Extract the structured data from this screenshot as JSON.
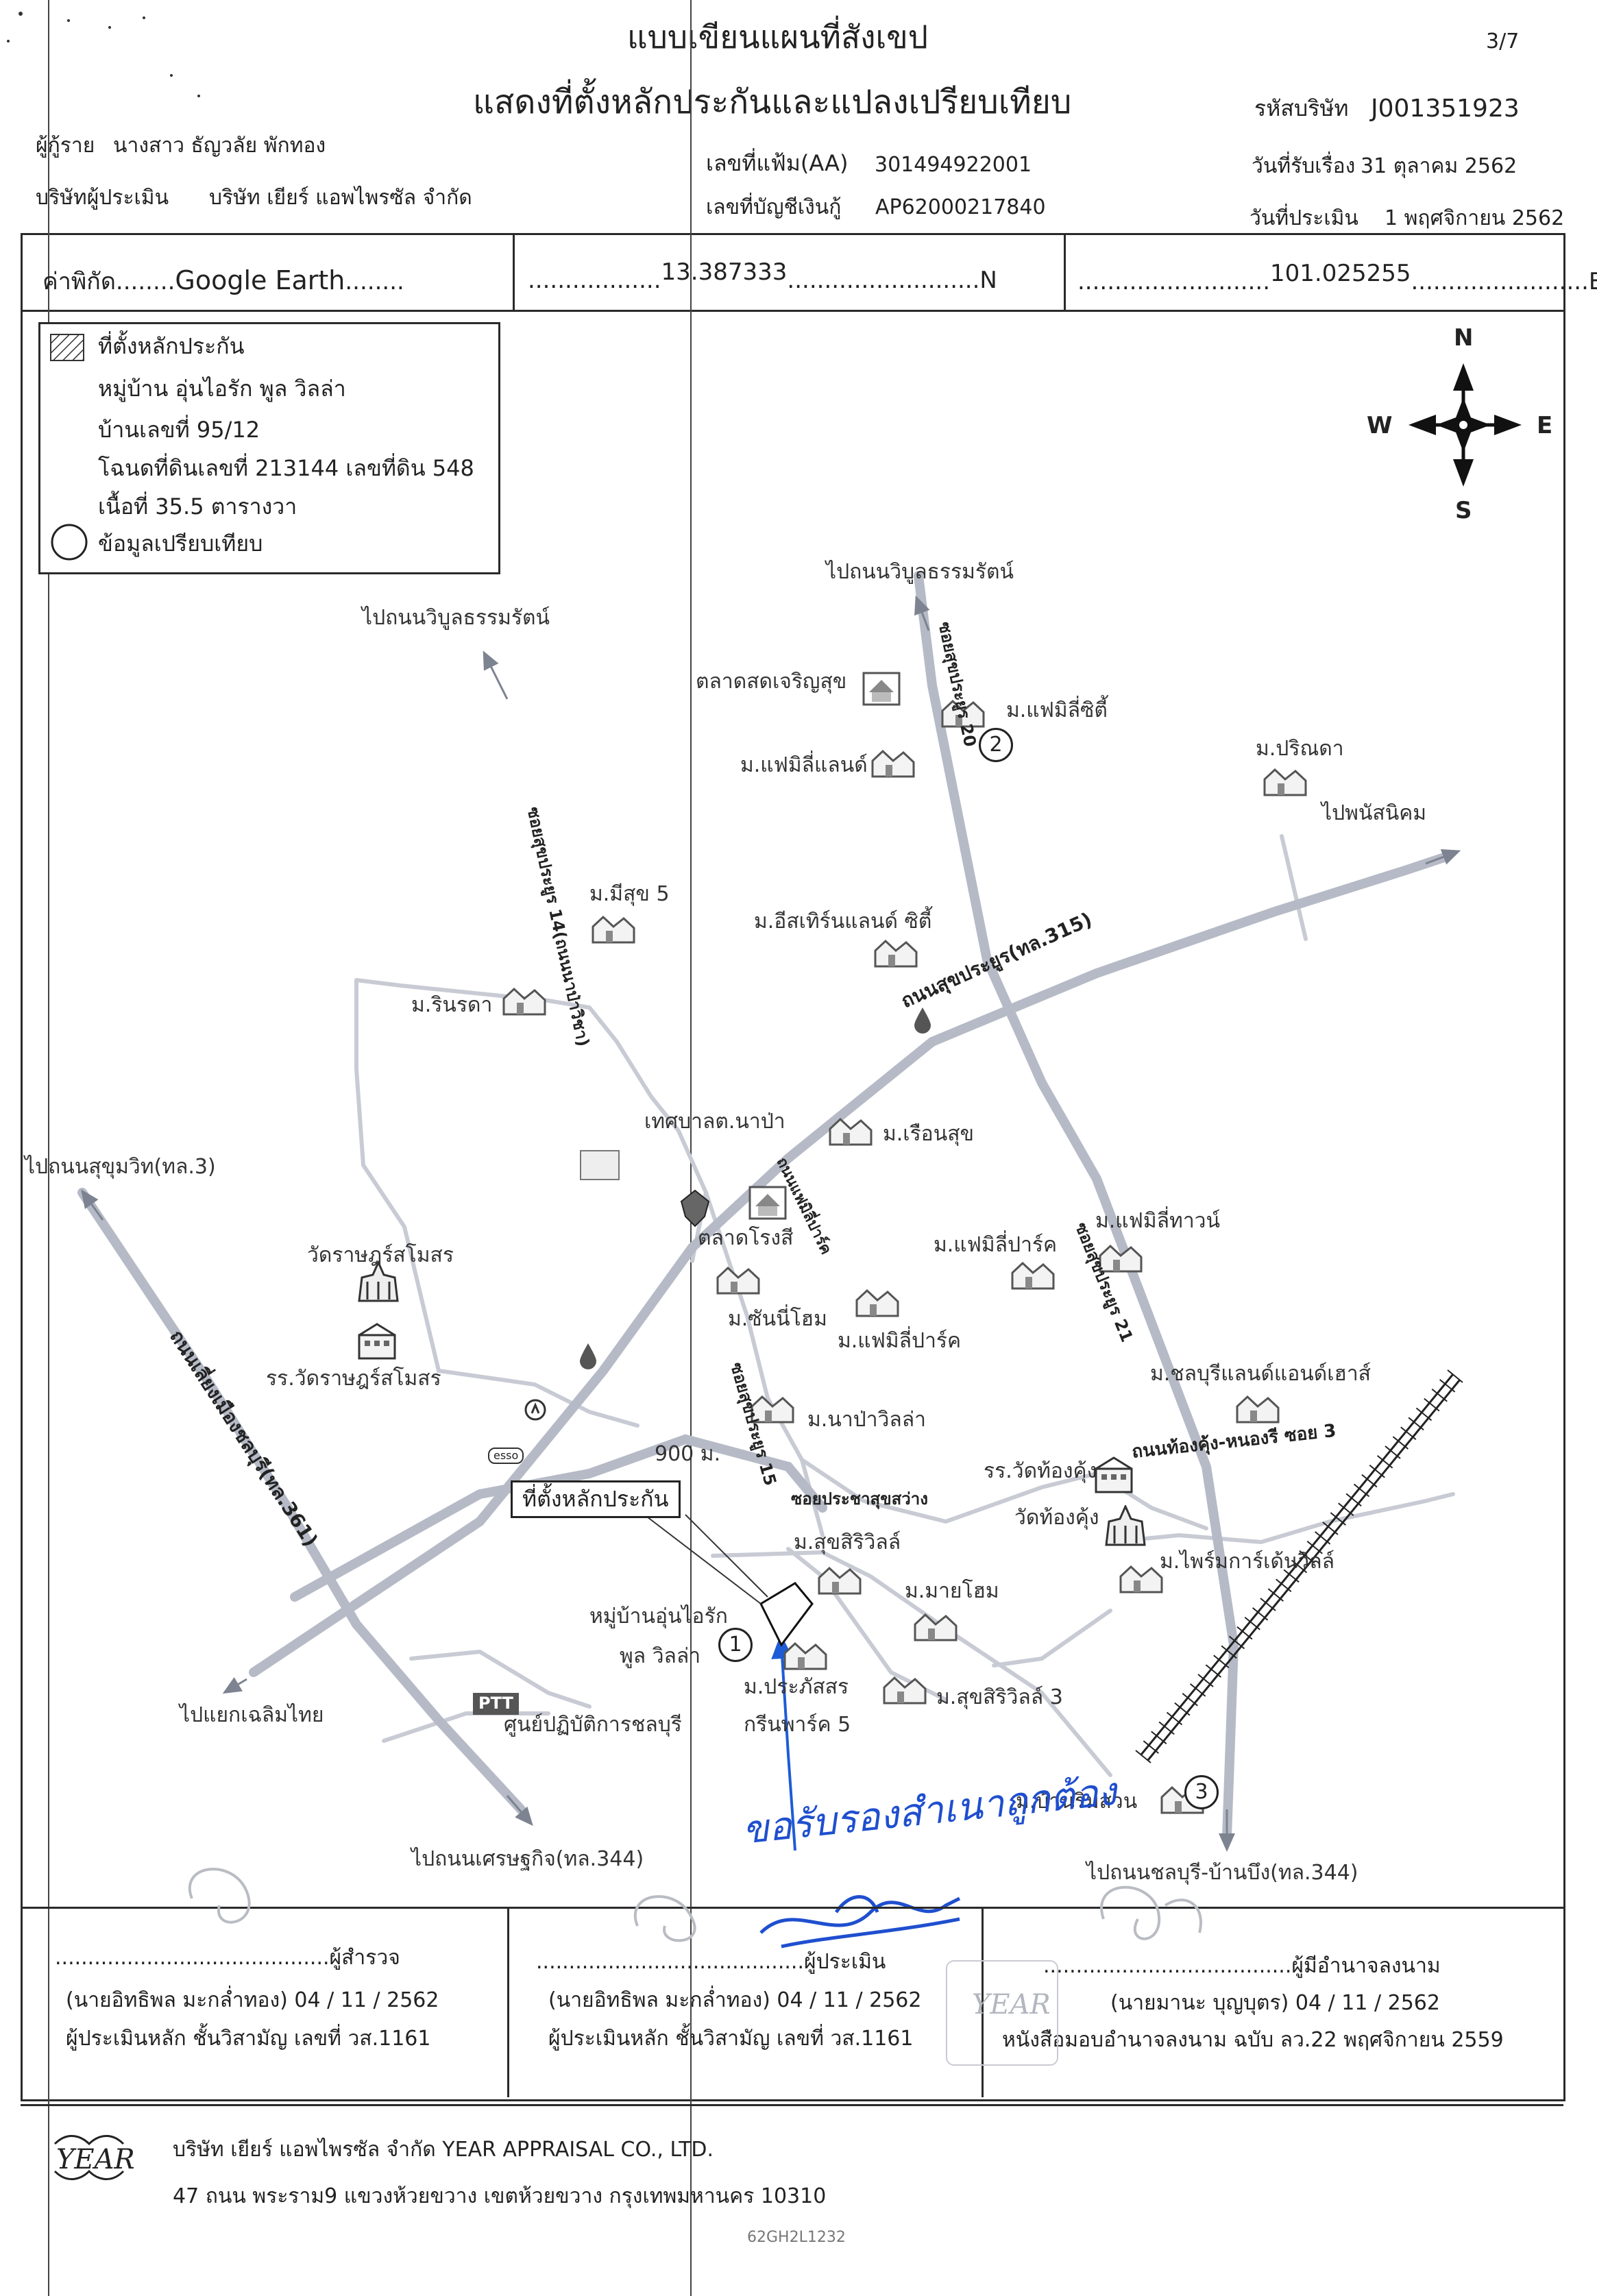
{
  "header": {
    "title": "แบบเขียนแผนที่สังเขป",
    "subtitle": "แสดงที่ตั้งหลักประกันและแปลงเปรียบเทียบ",
    "page": "3/7",
    "company_code_label": "รหัสบริษัท",
    "company_code": "J001351923",
    "borrower_label": "ผู้กู้ราย",
    "borrower": "นางสาว ธัญวลัย พักทอง",
    "appraiser_company_label": "บริษัทผู้ประเมิน",
    "appraiser_company": "บริษัท เยียร์ แอพไพรซัล จำกัด",
    "file_no_label": "เลขที่แฟ้ม(AA)",
    "file_no": "301494922001",
    "loan_account_label": "เลขที่บัญชีเงินกู้",
    "loan_account": "AP62000217840",
    "received_label": "วันที่รับเรื่อง",
    "received_date": "31 ตุลาคม 2562",
    "appraisal_date_label": "วันที่ประเมิน",
    "appraisal_date": "1 พฤศจิกายน 2562"
  },
  "coordinates": {
    "source_label": "ค่าพิกัด........",
    "source": "Google Earth",
    "source_tail": "........",
    "lat": "13.387333",
    "lat_dir": "N",
    "lon": "101.025255",
    "lon_dir": "E"
  },
  "legend": {
    "collateral_label": "ที่ตั้งหลักประกัน",
    "village": "หมู่บ้าน อุ่นไอรัก พูล วิลล่า",
    "house_no": "บ้านเลขที่ 95/12",
    "deed": "โฉนดที่ดินเลขที่ 213144 เลขที่ดิน 548",
    "area": "เนื้อที่ 35.5 ตารางวา",
    "comparable_label": "ข้อมูลเปรียบเทียบ"
  },
  "compass": {
    "n": "N",
    "s": "S",
    "e": "E",
    "w": "W"
  },
  "map": {
    "road_labels": {
      "to_wiboon_top": "ไปถนนวิบูลธรรมรัตน์",
      "to_wiboon_left": "ไปถนนวิบูลธรรมรัตน์",
      "to_sukhumvit": "ไปถนนสุขุมวิท(ทล.3)",
      "to_chaloem_thai": "ไปแยกเฉลิมไทย",
      "to_setthakit": "ไปถนนเศรษฐกิจ(ทล.344)",
      "to_chonburi_banbueng": "ไปถนนชลบุรี-บ้านบึง(ทล.344)",
      "to_phanat": "ไปพนัสนิคม",
      "sukprayoon_road": "ถนนสุขประยูร(ทล.315)",
      "soi_14": "ซอยสุขประยูร 14(ถนนนาป่าวิชา)",
      "soi_20": "ซอยสุขประยูร 20",
      "soi_21": "ซอยสุขประยูร 21",
      "soi_15": "ซอยสุขประยูร 15",
      "muang_chonburi_road": "ถนนเลี่ยงเมืองชลบุรี(ทล.361)",
      "family_park_road": "ถนนแฟมิลี่ปาร์ค",
      "prachasuksawang": "ซอยประชาสุขสว่าง",
      "thongkhung": "ถนนท้องคุ้ง-หนองรี ซอย 3"
    },
    "places": {
      "charoensuk_market": "ตลาดสดเจริญสุข",
      "family_city": "ม.แฟมิลี่ซิตี้",
      "family_land": "ม.แฟมิลี่แลนด์",
      "parinda": "ม.ปริณดา",
      "meesuk5": "ม.มีสุข 5",
      "eastern_land": "ม.อีสเทิร์นแลนด์ ซิตี้",
      "rinrada": "ม.รินรดา",
      "napa_municipality": "เทศบาลต.นาป่า",
      "ruansuk": "ม.เรือนสุข",
      "rongsi_market": "ตลาดโรงสี",
      "family_town": "ม.แฟมิลี่ทาวน์",
      "wat_rat_somosorn": "วัดราษฎร์สโมสร",
      "sunny_home": "ม.ซันนี่โฮม",
      "family_park_1": "ม.แฟมิลี่ปาร์ค",
      "family_park_2": "ม.แฟมิลี่ปาร์ค",
      "school_rat_somosorn": "รร.วัดราษฎร์สโมสร",
      "chonburi_land": "ม.ชลบุรีแลนด์แอนด์เฮาส์",
      "napa_villa": "ม.นาป่าวิลล่า",
      "distance": "900 ม.",
      "school_thongkhung": "รร.วัดท้องคุ้ง",
      "wat_thongkhung": "วัดท้องคุ้ง",
      "suksiri_ville": "ม.สุขสิริวิลล์",
      "prime_garden": "ม.ไพร์มการ์เด้นวิลล์",
      "village_name_1": "หมู่บ้านอุ่นไอรัก",
      "village_name_2": "พูล วิลล่า",
      "my_home": "ม.มายโฮม",
      "prapasorn_1": "ม.ประภัสสร",
      "prapasorn_2": "กรีนพาร์ค 5",
      "suksiri_ville_3": "ม.สุขสิริวิลล์ 3",
      "ptt_center": "ศูนย์ปฏิบัติการชลบุรี",
      "ban_rim_suan": "ม.บ้านริมสวน",
      "callout": "ที่ตั้งหลักประกัน",
      "sign_esso": "esso",
      "sign_ptt": "PTT"
    },
    "markers": {
      "m1": "1",
      "m2": "2",
      "m3": "3"
    },
    "cert_handwriting": "ขอรับรองสำเนาถูกต้อง"
  },
  "signatures": {
    "surveyor_role": "ผู้สำรวจ",
    "surveyor_name": "(นายอิทธิพล มะกล่ำทอง) 04 / 11 / 2562",
    "surveyor_title": "ผู้ประเมินหลัก ชั้นวิสามัญ เลขที่ วส.1161",
    "appraiser_role": "ผู้ประเมิน",
    "appraiser_name": "(นายอิทธิพล มะกล่ำทอง) 04 / 11 / 2562",
    "appraiser_title": "ผู้ประเมินหลัก ชั้นวิสามัญ เลขที่ วส.1161",
    "authorized_role": "ผู้มีอำนาจลงนาม",
    "authorized_name": "(นายมานะ บุญบุตร) 04 / 11 / 2562",
    "authorized_title": "หนังสือมอบอำนาจลงนาม ฉบับ ลว.22 พฤศจิกายน 2559",
    "stamp_text": "YEAR"
  },
  "footer": {
    "logo_text": "YEAR",
    "company_line": "บริษัท เยียร์ แอพไพรซัล จำกัด  YEAR APPRAISAL CO., LTD.",
    "address": "47 ถนน พระราม9 แขวงห้วยขวาง เขตห้วยขวาง กรุงเทพมหานคร 10310",
    "ref": "62GH2L1232"
  },
  "colors": {
    "ink": "#2a2a2a",
    "road": "#c9ccd6",
    "road_edge": "#9aa0ad",
    "pen": "#1f4fcf",
    "arrow": "#1e5cd6"
  }
}
